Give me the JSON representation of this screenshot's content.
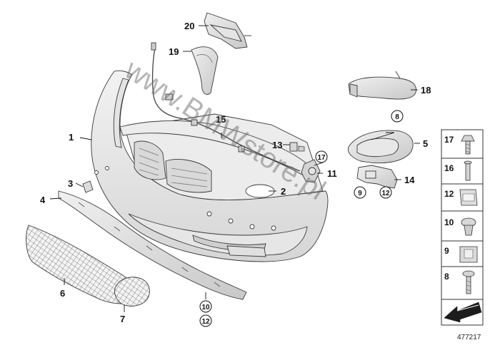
{
  "diagram": {
    "watermark": "www.BMWstore.pl",
    "reference_number": "477217",
    "callouts": {
      "p1": "1",
      "p2": "2",
      "p3": "3",
      "p4": "4",
      "p5": "5",
      "p6": "6",
      "p7": "7",
      "p8_top": "8",
      "p9_bracket": "9",
      "p10_bottom": "10",
      "p11": "11",
      "p12_bracket": "12",
      "p12_bottom": "12",
      "p13": "13",
      "p14": "14",
      "p15": "15",
      "p17_circle": "17",
      "p18": "18",
      "p19": "19",
      "p20": "20"
    },
    "fastener_panel": [
      "17",
      "16",
      "12",
      "10",
      "9",
      "8"
    ]
  }
}
